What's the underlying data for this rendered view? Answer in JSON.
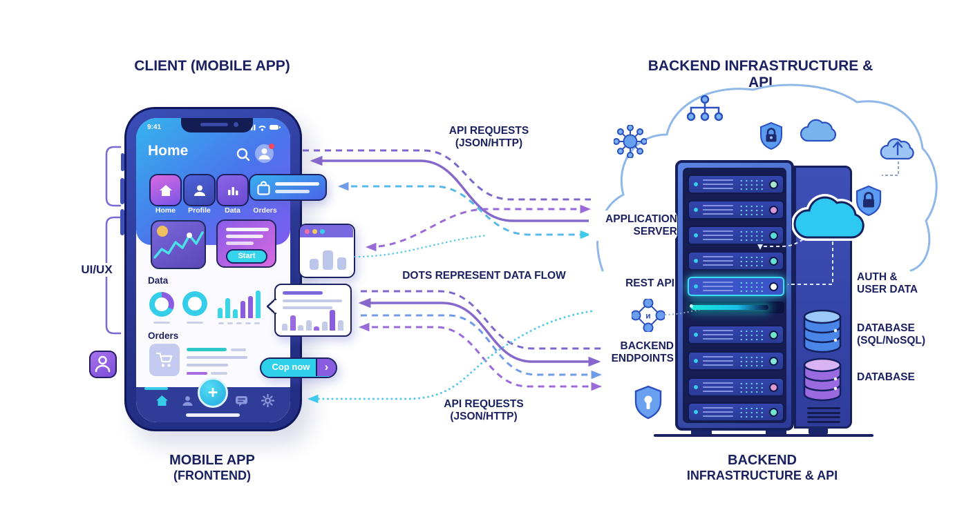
{
  "titles": {
    "client": "CLIENT (MOBILE APP)",
    "backend": "BACKEND INFRASTRUCTURE & API"
  },
  "captions": {
    "mobile1": "MOBILE APP",
    "mobile2": "(FRONTEND)",
    "backend1": "BACKEND",
    "backend2": "INFRASTRUCTURE & API"
  },
  "flow_labels": {
    "top1": "API REQUESTS",
    "top2": "(JSON/HTTP)",
    "dots": "DOTS REPRESENT DATA FLOW",
    "bottom1": "API REQUESTS",
    "bottom2": "(JSON/HTTP)"
  },
  "side_labels": {
    "uiux": "UI/UX",
    "app_server1": "APPLICATION",
    "app_server2": "SERVER",
    "rest_api": "REST API",
    "endpoints1": "BACKEND",
    "endpoints2": "ENDPOINTS",
    "auth1": "AUTH &",
    "auth2": "USER DATA",
    "db1a": "DATABASE",
    "db1b": "(SQL/NoSQL)",
    "db2": "DATABASE",
    "api_node_glyph": "и"
  },
  "phone": {
    "time": "9:41",
    "header": "Home",
    "tiles": [
      "Home",
      "Profile",
      "Data",
      "Orders"
    ],
    "start": "Start",
    "data_heading": "Data",
    "orders_heading": "Orders",
    "cop_now": "Cop now",
    "chevron": "›",
    "fab": "+",
    "bar_chart": {
      "heights": [
        15,
        29,
        13,
        25,
        32,
        40
      ],
      "colors": [
        "#3ad6e8",
        "#3ad6e8",
        "#3ad6e8",
        "#8a5ce0",
        "#8a5ce0",
        "#3ad6e8"
      ]
    },
    "bubble_bars": {
      "heights": [
        10,
        22,
        8,
        15,
        6,
        13,
        30,
        15
      ],
      "colors": [
        "#c4cbe8",
        "#9a6ae0",
        "#c4cbe8",
        "#c4cbe8",
        "#9a6ae0",
        "#c4cbe8",
        "#8a5ce0",
        "#c4cbe8"
      ]
    },
    "popup_bars": {
      "heights": [
        16,
        28,
        18
      ],
      "colors": [
        "#bcc6ea",
        "#bcc6ea",
        "#bcc6ea"
      ]
    }
  },
  "servers": {
    "leds": [
      "#a8e8c8",
      "#d89ad8",
      "#58dcd8",
      "#66e0d4",
      "#ffffff",
      "#6ee4c8",
      "#84e8d8",
      "#e09ad0",
      "#70e4cc"
    ]
  },
  "colors": {
    "text_navy": "#1b2160",
    "accent_cyan": "#35cde8",
    "accent_purple": "#8a5ce0",
    "arrow_purple": "#8668cc",
    "arrow_blue": "#6f9be8",
    "arrow_cyan": "#3ec9ea",
    "cloud_stroke": "#8fb8ea"
  }
}
